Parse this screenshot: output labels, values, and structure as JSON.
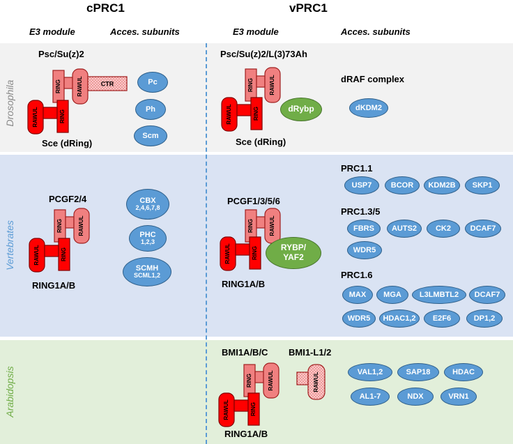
{
  "headers": {
    "cprc1": "cPRC1",
    "vprc1": "vPRC1"
  },
  "subheaders": {
    "e3_left": "E3 module",
    "acc_left": "Acces. subunits",
    "e3_right": "E3 module",
    "acc_right": "Acces. subunits"
  },
  "sections": {
    "drosophila": "Drosophila",
    "vertebrates": "Vertebrates",
    "arabidopsis": "Arabidopsis"
  },
  "domains": {
    "ring": "RING",
    "rawul": "RAWUL",
    "ctr": "CTR"
  },
  "labels": {
    "dros_c_top": "Psc/Su(z)2",
    "dros_c_bottom": "Sce (dRing)",
    "dros_v_top": "Psc/Su(z)2/L(3)73Ah",
    "dros_v_bottom": "Sce (dRing)",
    "vert_c_top": "PCGF2/4",
    "vert_c_bottom": "RING1A/B",
    "vert_v_top": "PCGF1/3/5/6",
    "vert_v_bottom": "RING1A/B",
    "arab_top1": "BMI1A/B/C",
    "arab_top2": "BMI1-L1/2",
    "arab_bottom": "RING1A/B",
    "draf": "dRAF complex",
    "prc11": "PRC1.1",
    "prc135": "PRC1.3/5",
    "prc16": "PRC1.6"
  },
  "subunits": {
    "dros_c": [
      "Pc",
      "Ph",
      "Scm"
    ],
    "dros_v_green": "dRybp",
    "dros_v": [
      "dKDM2"
    ],
    "vert_c": [
      {
        "main": "CBX",
        "sub": "2,4,6,7,8"
      },
      {
        "main": "PHC",
        "sub": "1,2,3"
      },
      {
        "main": "SCMH",
        "sub": "SCML1,2"
      }
    ],
    "vert_v_green": [
      "RYBP/",
      "YAF2"
    ],
    "prc11": [
      "USP7",
      "BCOR",
      "KDM2B",
      "SKP1"
    ],
    "prc135": [
      "FBRS",
      "AUTS2",
      "CK2",
      "DCAF7",
      "WDR5"
    ],
    "prc16": [
      "MAX",
      "MGA",
      "L3LMBTL2",
      "DCAF7",
      "WDR5",
      "HDAC1,2",
      "E2F6",
      "DP1,2"
    ],
    "arab": [
      "VAL1,2",
      "SAP18",
      "HDAC",
      "AL1-7",
      "NDX",
      "VRN1"
    ]
  },
  "colors": {
    "ring_pale": "#f08080",
    "ring_red": "#ff0000",
    "blue": "#5b9bd5",
    "green": "#70ad47",
    "bg_dros": "#f2f2f2",
    "bg_vert": "#dae3f3",
    "bg_arab": "#e2efda"
  }
}
